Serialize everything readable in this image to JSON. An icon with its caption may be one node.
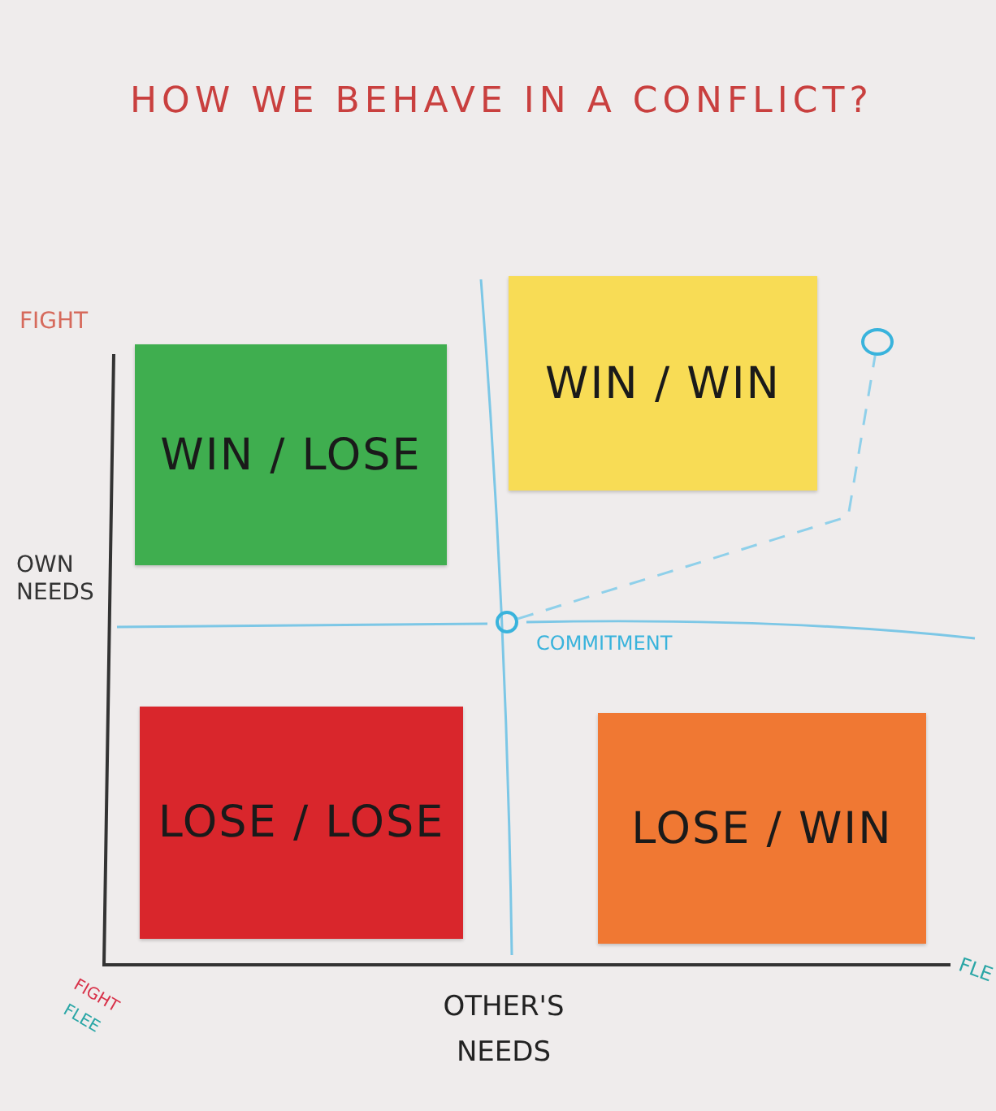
{
  "diagram": {
    "title": "HOW WE BEHAVE IN A CONFLICT?",
    "nodes": [
      {
        "text": [
          "WIN / LOSE"
        ]
      },
      {
        "text": [
          "WIN / WIN"
        ]
      },
      {
        "text": [
          "LOSE / LOSE"
        ]
      },
      {
        "text": [
          "LOSE / WIN"
        ]
      },
      {
        "text": [],
        "shape": "circle"
      },
      {
        "text": [],
        "shape": "circle"
      }
    ],
    "edges": [
      {
        "from": 4,
        "to": 5,
        "arrow": "none",
        "style": "dashed"
      }
    ],
    "labels": [
      "FIGHT",
      "OWN NEEDS",
      "COMMITMENT",
      "FIGHT",
      "FLEE",
      "OTHER'S NEEDS",
      "FLE"
    ]
  }
}
